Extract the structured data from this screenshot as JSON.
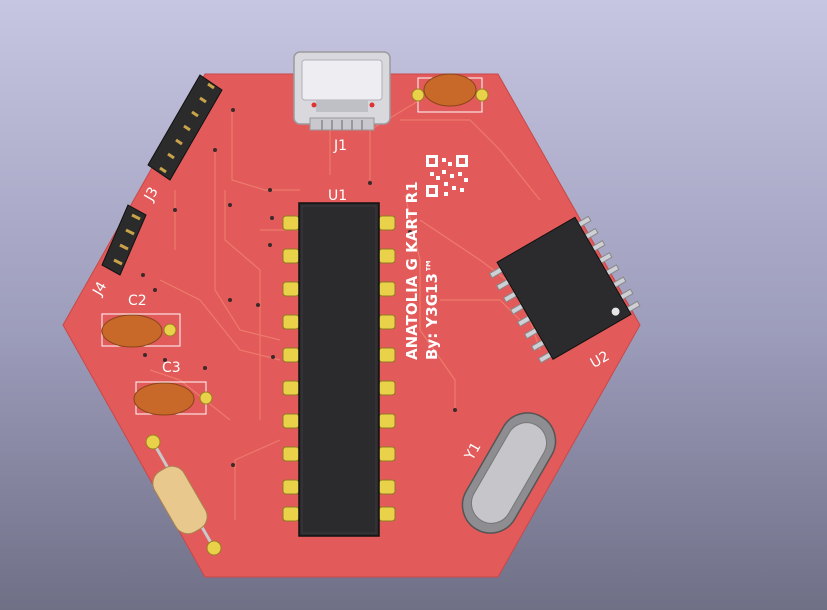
{
  "scene": {
    "type": "PCB 3D render",
    "board_color": "#e25a5a",
    "silkscreen_color": "#ffffff"
  },
  "labels": {
    "j1": "J1",
    "j3": "J3",
    "j4": "J4",
    "u1": "U1",
    "u2": "U2",
    "c2": "C2",
    "c3": "C3",
    "y1": "Y1"
  },
  "board_text": {
    "line1": "ANATOLIA G KART R1",
    "line2": "By: Y3G13™"
  },
  "icons": {
    "qr": "qr-code-icon"
  }
}
